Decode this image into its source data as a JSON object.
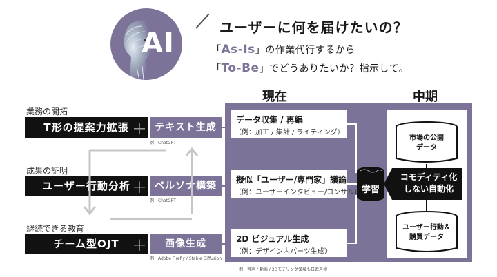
{
  "header": {
    "ai_label": "AI",
    "question": "ユーザーに何を届けたいの？",
    "line1_pre": "「",
    "line1_highlight": "As-Is",
    "line1_post": "」の作業代行するから",
    "line2_pre": "「",
    "line2_highlight": "To-Be",
    "line2_post": "」でどうありたいか？指示して。"
  },
  "columns": {
    "current": "現在",
    "mid_term": "中期"
  },
  "rows": [
    {
      "section": "業務の開拓",
      "skill": "T形の提案力拡張",
      "tool": "テキスト生成",
      "example": "例：ChatGPT",
      "task_title": "データ収集 / 再編",
      "task_sub": "（例：加工 / 集計 / ライティング）"
    },
    {
      "section": "成果の証明",
      "skill": "ユーザー行動分析",
      "tool": "ペルソナ構築",
      "example": "例：ChatGPT",
      "task_title": "擬似「ユーザー/専門家」議論",
      "task_sub": "（例：ユーザーインタビュー/コンサル）"
    },
    {
      "section": "継続できる教育",
      "skill": "チーム型OJT",
      "tool": "画像生成",
      "example": "例：Adobe Firefly / Stable Diffusion",
      "task_title": "2D ビジュアル生成",
      "task_sub": "（例：デザイン内パーツ生成）"
    }
  ],
  "plus_sign": "＋",
  "learning": "学習",
  "automation": [
    "コモディティ化",
    "しない自動化"
  ],
  "data_sources": [
    [
      "市場の公開",
      "データ"
    ],
    [
      "ユーザー行動＆",
      "購買データ"
    ]
  ],
  "footnote": "例：音声 / 動画 / 3Dモデリング領域も日進月歩",
  "colors": {
    "accent": "#7d7399",
    "dark": "#111111"
  }
}
